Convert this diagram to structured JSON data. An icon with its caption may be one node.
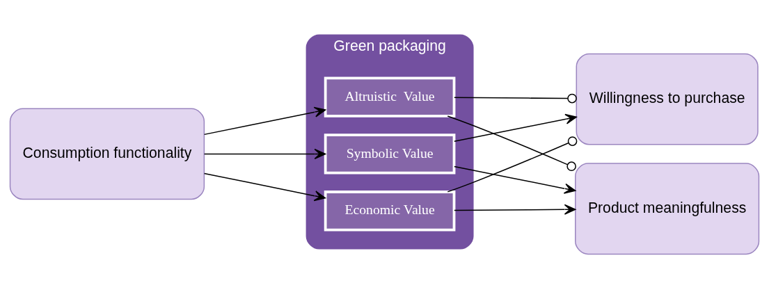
{
  "diagram": {
    "nodes": [
      {
        "text": [
          "Consumption functionality"
        ]
      },
      {
        "text": [
          "Green packaging"
        ]
      },
      {
        "text": [
          "Symbolic Value"
        ],
        "in": 1
      },
      {
        "text": [
          "Economic Value"
        ],
        "in": 1
      },
      {
        "text": [
          "Altruistic  Value"
        ],
        "in": 1
      },
      {
        "text": [
          "Willingness to purchase"
        ]
      },
      {
        "text": [
          "Product meaningfulness"
        ]
      }
    ],
    "edges": [
      {
        "from": 0,
        "to": 2,
        "arrow": "to"
      },
      {
        "from": 0,
        "to": 3,
        "arrow": "to"
      },
      {
        "from": 0,
        "to": 4,
        "arrow": "to"
      },
      {
        "from": 2,
        "to": 5,
        "arrow": "to"
      },
      {
        "from": 2,
        "to": 6,
        "arrow": "to"
      },
      {
        "from": 3,
        "to": 5,
        "arrow": "other"
      },
      {
        "from": 3,
        "to": 6,
        "arrow": "to"
      },
      {
        "from": 4,
        "to": 5,
        "arrow": "other"
      },
      {
        "from": 4,
        "to": 6,
        "arrow": "other"
      }
    ]
  }
}
